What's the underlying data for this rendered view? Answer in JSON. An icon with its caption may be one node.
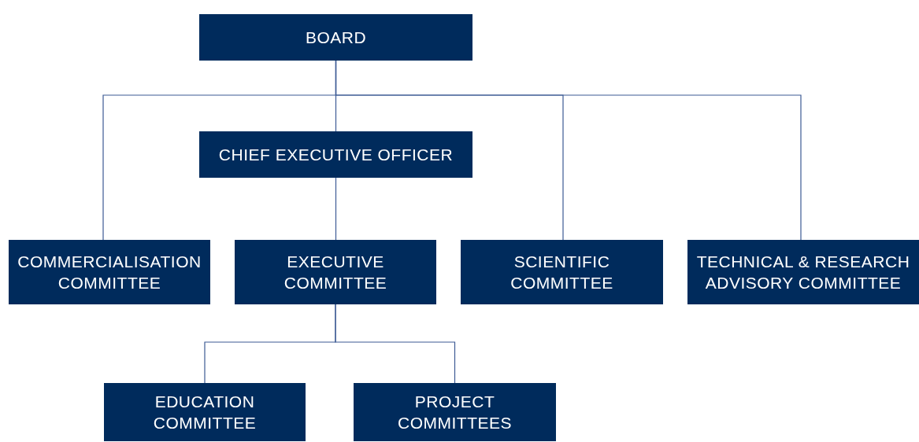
{
  "diagram": {
    "nodes": [
      {
        "text": [
          "BOARD"
        ]
      },
      {
        "text": [
          "CHIEF EXECUTIVE OFFICER"
        ]
      },
      {
        "text": [
          "COMMERCIALISATION COMMITTEE"
        ]
      },
      {
        "text": [
          "EXECUTIVE COMMITTEE"
        ]
      },
      {
        "text": [
          "SCIENTIFIC COMMITTEE"
        ]
      },
      {
        "text": [
          "TECHNICAL & RESEARCH ADVISORY COMMITTEE"
        ]
      },
      {
        "text": [
          "EDUCATION COMMITTEE"
        ]
      },
      {
        "text": [
          "PROJECT COMMITTEES"
        ]
      }
    ],
    "edges": [
      {
        "from": 0,
        "to": 1,
        "arrow": "none"
      },
      {
        "from": 0,
        "to": 2,
        "arrow": "none"
      },
      {
        "from": 0,
        "to": 4,
        "arrow": "none"
      },
      {
        "from": 0,
        "to": 5,
        "arrow": "none"
      },
      {
        "from": 1,
        "to": 3,
        "arrow": "none"
      },
      {
        "from": 3,
        "to": 6,
        "arrow": "none"
      },
      {
        "from": 3,
        "to": 7,
        "arrow": "none"
      }
    ]
  }
}
